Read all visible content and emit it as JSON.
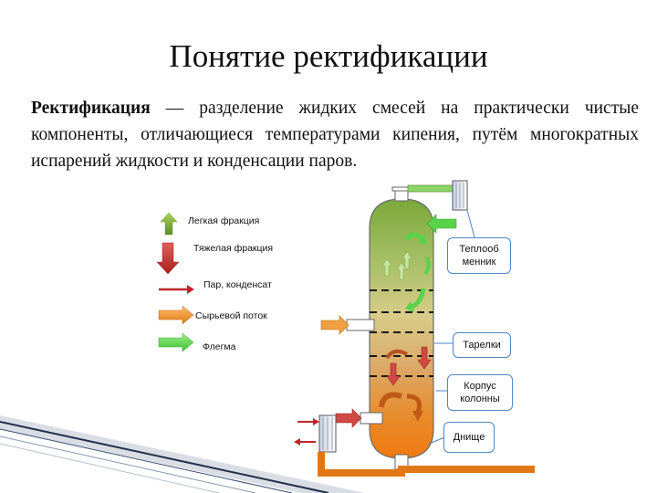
{
  "title": "Понятие ректификации",
  "definition": {
    "term": "Ректификация",
    "text": " — разделение жидких смесей на практически чистые компоненты, отличающиеся температурами кипения, путём многократных испарений жидкости и конденсации паров."
  },
  "legend": [
    {
      "label": "Легкая фракция",
      "icon": "up-arrow-green",
      "color": "#7fb23a"
    },
    {
      "label": "Тяжелая фракция",
      "icon": "down-arrow-red",
      "color": "#c9302c"
    },
    {
      "label": "Пар, конденсат",
      "icon": "thin-arrow-red",
      "color": "#c0262a"
    },
    {
      "label": "Сырьевой поток",
      "icon": "arrow-orange",
      "color": "#f08c1e"
    },
    {
      "label": "Флегма",
      "icon": "arrow-green",
      "color": "#5ad24a"
    }
  ],
  "callouts": {
    "heat_exchanger": "Теплооб\nменник",
    "trays": "Тарелки",
    "shell": "Корпус\nколонны",
    "bottom": "Днище"
  }
}
